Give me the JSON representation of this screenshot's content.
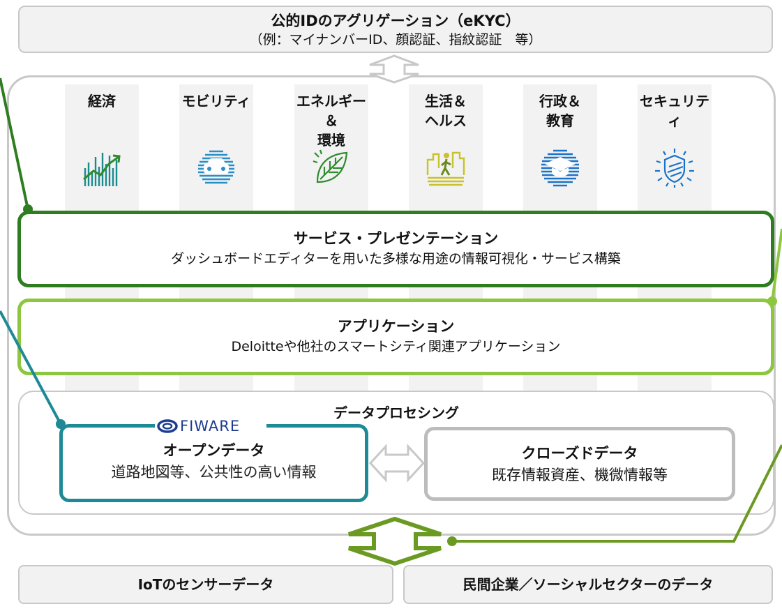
{
  "ekyc": {
    "title": "公的IDのアグリゲーション（eKYC）",
    "subtitle": "（例：マイナンバーID、顔認証、指紋認証　等）"
  },
  "domains": [
    {
      "line1": "経済",
      "line2": "",
      "icon": "economy-chart-icon",
      "color": "#1a8a8f"
    },
    {
      "line1": "モビリティ",
      "line2": "",
      "icon": "car-icon",
      "color": "#2a8fc8"
    },
    {
      "line1": "エネルギー＆",
      "line2": "環境",
      "icon": "leaf-icon",
      "color": "#2e8b2e"
    },
    {
      "line1": "生活＆",
      "line2": "ヘルス",
      "icon": "walking-person-icon",
      "color": "#c9c22a"
    },
    {
      "line1": "行政＆",
      "line2": "教育",
      "icon": "graduation-cap-icon",
      "color": "#1a73c8"
    },
    {
      "line1": "セキュリティ",
      "line2": "",
      "icon": "shield-icon",
      "color": "#1a73c8"
    }
  ],
  "service_layer": {
    "title": "サービス・プレゼンテーション",
    "subtitle": "ダッシュボードエディターを用いた多様な用途の情報可視化・サービス構築"
  },
  "application_layer": {
    "title": "アプリケーション",
    "subtitle": "Deloitteや他社のスマートシティ関連アプリケーション"
  },
  "processing": {
    "title": "データプロセシング",
    "logo_text": "FIWARE",
    "open_data": {
      "title": "オープンデータ",
      "subtitle": "道路地図等、公共性の高い情報"
    },
    "closed_data": {
      "title": "クローズドデータ",
      "subtitle": "既存情報資産、機微情報等"
    }
  },
  "sources": {
    "iot": "IoTのセンサーデータ",
    "private": "民間企業／ソーシャルセクターのデータ"
  },
  "colors": {
    "dark_green": "#2e7d20",
    "light_green": "#8dc63f",
    "teal": "#1e8a96",
    "olive": "#6a9a22",
    "gray_border": "#c8c8c8"
  }
}
